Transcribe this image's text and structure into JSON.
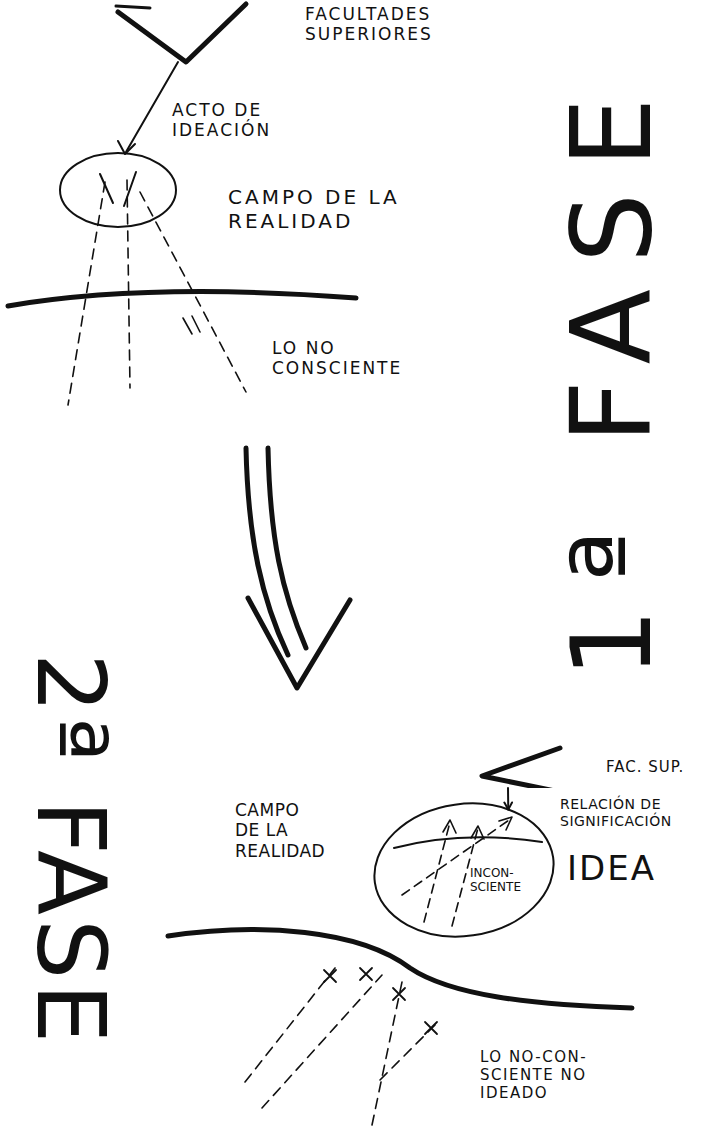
{
  "diagram": {
    "nodes": [
      {
        "text": [
          "FACULTADES SUPERIORES"
        ]
      },
      {
        "text": [
          "FAC. SUP."
        ]
      },
      {
        "text": [
          "IDEA",
          "INCON- SCIENTE"
        ]
      }
    ],
    "edges": [
      {
        "from": 1,
        "to": 2,
        "arrow": "to",
        "label": "RELACIÓN DE SIGNIFICACIÓN"
      }
    ],
    "labels": [
      "ACTO DE IDEACIÓN",
      "CAMPO DE LA REALIDAD",
      "LO NO CONSCIENTE",
      "1ª FASE",
      "2ª FASE",
      "CAMPO DE LA REALIDAD",
      "LO NO-CON- SCIENTE NO IDEADO"
    ]
  }
}
